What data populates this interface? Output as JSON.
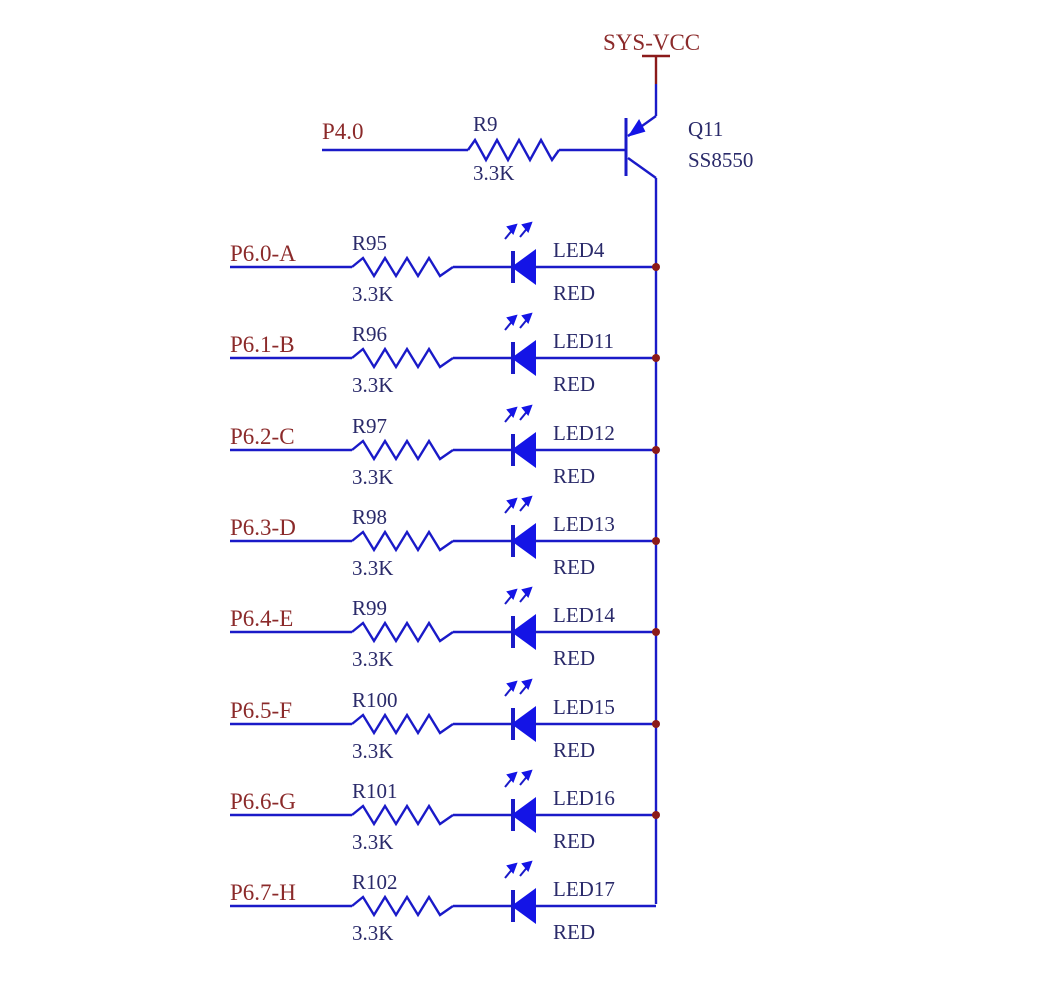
{
  "colors": {
    "wire": "#1a1ac8",
    "led": "#1414e6",
    "net_label": "#8b2a2a",
    "component_label": "#2a2a6a",
    "junction": "#8b1a1a"
  },
  "power": {
    "label": "SYS-VCC"
  },
  "input_net": {
    "label": "P4.0"
  },
  "base_resistor": {
    "ref": "R9",
    "value": "3.3K"
  },
  "transistor": {
    "ref": "Q11",
    "part": "SS8550"
  },
  "channels": [
    {
      "net": "P6.0-A",
      "resistor": "R95",
      "resistor_value": "3.3K",
      "led": "LED4",
      "color": "RED"
    },
    {
      "net": "P6.1-B",
      "resistor": "R96",
      "resistor_value": "3.3K",
      "led": "LED11",
      "color": "RED"
    },
    {
      "net": "P6.2-C",
      "resistor": "R97",
      "resistor_value": "3.3K",
      "led": "LED12",
      "color": "RED"
    },
    {
      "net": "P6.3-D",
      "resistor": "R98",
      "resistor_value": "3.3K",
      "led": "LED13",
      "color": "RED"
    },
    {
      "net": "P6.4-E",
      "resistor": "R99",
      "resistor_value": "3.3K",
      "led": "LED14",
      "color": "RED"
    },
    {
      "net": "P6.5-F",
      "resistor": "R100",
      "resistor_value": "3.3K",
      "led": "LED15",
      "color": "RED"
    },
    {
      "net": "P6.6-G",
      "resistor": "R101",
      "resistor_value": "3.3K",
      "led": "LED16",
      "color": "RED"
    },
    {
      "net": "P6.7-H",
      "resistor": "R102",
      "resistor_value": "3.3K",
      "led": "LED17",
      "color": "RED"
    }
  ]
}
